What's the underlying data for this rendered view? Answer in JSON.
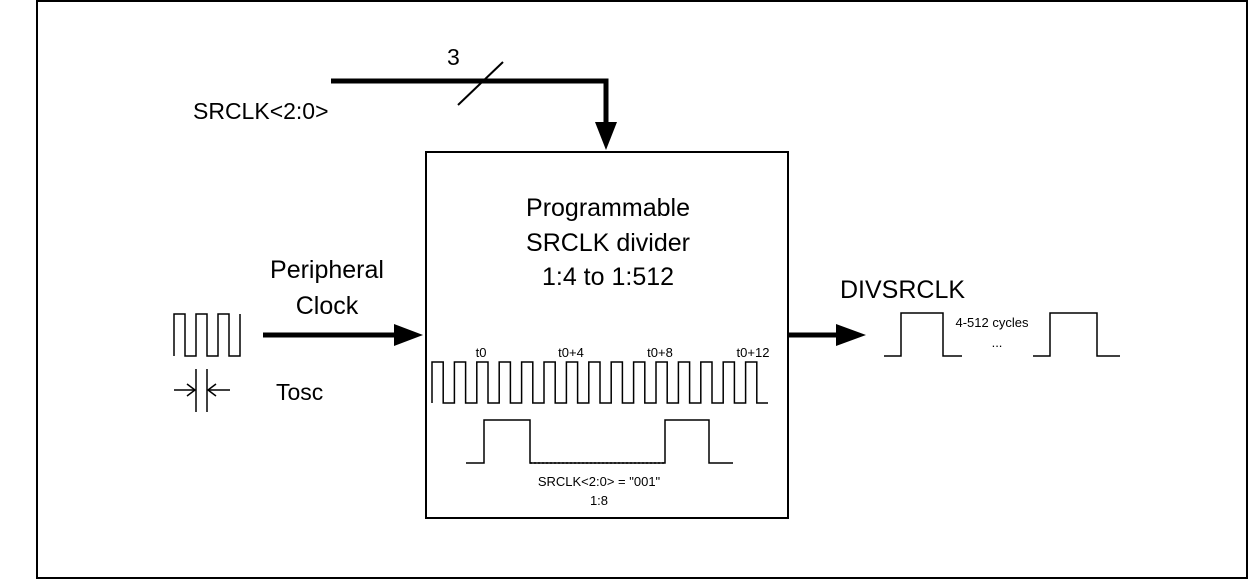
{
  "bus": {
    "signal_label": "SRCLK<2:0>",
    "width_label": "3"
  },
  "block": {
    "title_lines": [
      "Programmable",
      "SRCLK divider",
      "1:4 to 1:512"
    ],
    "timing": {
      "markers": [
        "t0",
        "t0+4",
        "t0+8",
        "t0+12"
      ],
      "setting_label": "SRCLK<2:0> = \"001\"",
      "ratio_label": "1:8"
    }
  },
  "input": {
    "label_lines": [
      "Peripheral",
      "Clock"
    ],
    "period_label": "Tosc"
  },
  "output": {
    "label": "DIVSRCLK",
    "gap_label": "4-512 cycles",
    "ellipsis": "..."
  }
}
